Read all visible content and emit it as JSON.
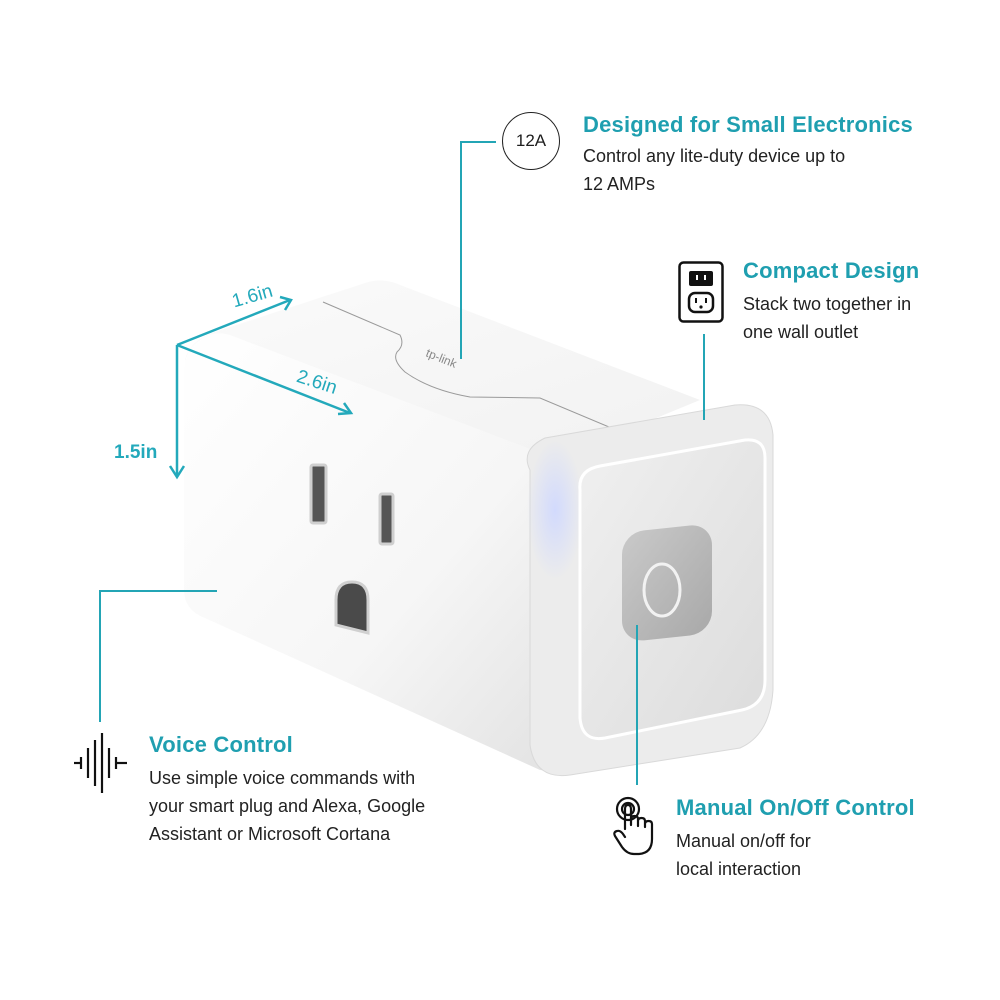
{
  "accent_color": "#1f9fb0",
  "product": {
    "brand_logo": "tp-link",
    "dimensions": {
      "width": "1.6in",
      "length": "2.6in",
      "height": "1.5in"
    }
  },
  "features": [
    {
      "icon": "12a-circle-icon",
      "icon_text": "12A",
      "title": "Designed for Small Electronics",
      "desc_lines": [
        "Control any lite-duty device up to",
        "12 AMPs"
      ]
    },
    {
      "icon": "wall-outlet-icon",
      "title": "Compact Design",
      "desc_lines": [
        "Stack two together in",
        "one wall outlet"
      ]
    },
    {
      "icon": "sound-wave-icon",
      "title": "Voice Control",
      "desc_lines": [
        "Use simple voice commands with",
        "your smart plug and Alexa, Google",
        "Assistant or Microsoft Cortana"
      ]
    },
    {
      "icon": "hand-tap-icon",
      "title": "Manual On/Off Control",
      "desc_lines": [
        "Manual on/off for",
        "local interaction"
      ]
    }
  ]
}
